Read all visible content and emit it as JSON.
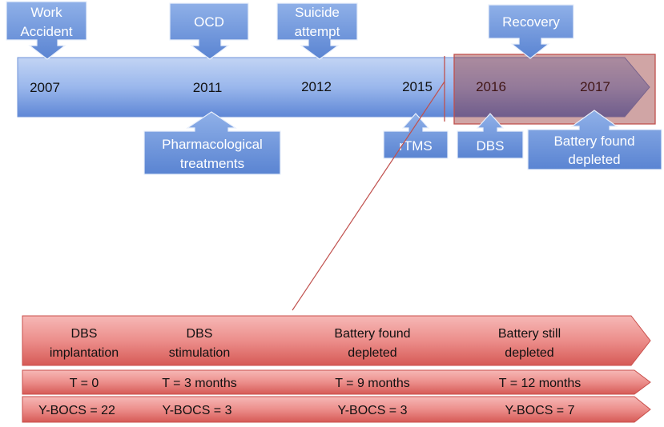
{
  "timeline": {
    "years": [
      "2007",
      "2011",
      "2012",
      "2015",
      "2016",
      "2017"
    ],
    "events_above": [
      {
        "lines": [
          "Work",
          "Accident"
        ]
      },
      {
        "lines": [
          "OCD"
        ]
      },
      {
        "lines": [
          "Suicide",
          "attempt"
        ]
      },
      {
        "lines": [
          "Recovery"
        ]
      }
    ],
    "events_below": [
      {
        "lines": [
          "Pharmacological",
          "treatments"
        ]
      },
      {
        "lines": [
          "rTMS"
        ]
      },
      {
        "lines": [
          "DBS"
        ]
      },
      {
        "lines": [
          "Battery found",
          "depleted"
        ]
      }
    ]
  },
  "detail": {
    "stages": [
      {
        "lines": [
          "DBS",
          "implantation"
        ]
      },
      {
        "lines": [
          "DBS",
          "stimulation"
        ]
      },
      {
        "lines": [
          "Battery found",
          "depleted"
        ]
      },
      {
        "lines": [
          "Battery still",
          "depleted"
        ]
      }
    ],
    "times": [
      "T = 0",
      "T = 3 months",
      "T = 9 months",
      "T = 12 months"
    ],
    "ybocs": [
      "Y-BOCS = 22",
      "Y-BOCS = 3",
      "Y-BOCS = 3",
      "Y-BOCS = 7"
    ]
  },
  "colors": {
    "timeline_blue_light": "#a8c2ee",
    "timeline_blue_dark": "#5f87d6",
    "callout_blue": "#6b95dc",
    "highlight_red": "#c0504d",
    "band_red_light": "#f0a3a1",
    "band_red_dark": "#d9605c"
  }
}
